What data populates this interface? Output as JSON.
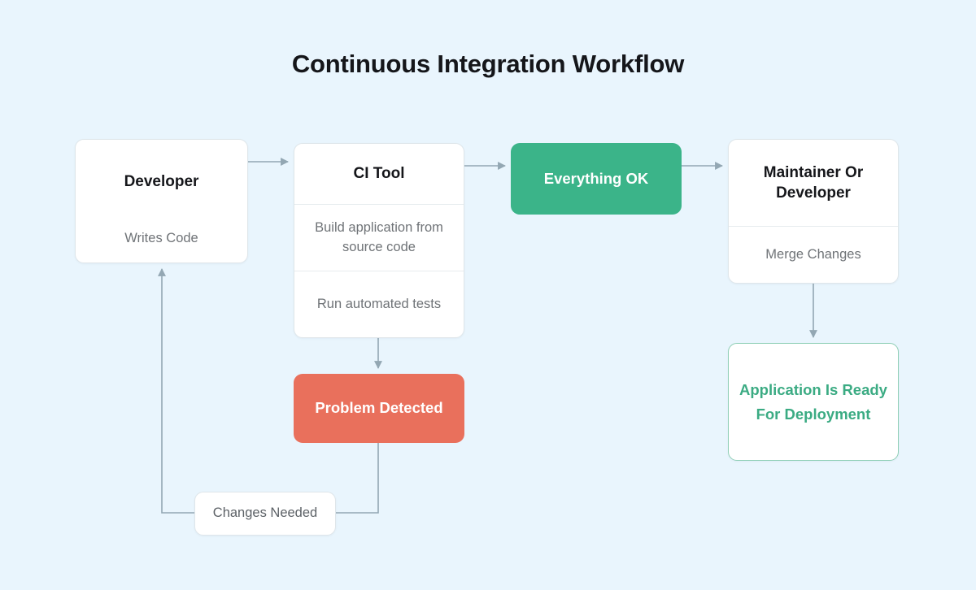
{
  "title": "Continuous Integration Workflow",
  "colors": {
    "background": "#e9f5fd",
    "success": "#3bb489",
    "error": "#e9705c",
    "ready_text": "#3bab83",
    "ready_border": "#8fcfb6",
    "card_border": "#dfe6ea",
    "connector": "#93a7b3",
    "title_text": "#15161a",
    "muted_text": "#6f7377"
  },
  "nodes": {
    "developer": {
      "title": "Developer",
      "rows": [
        "Writes Code"
      ]
    },
    "ci_tool": {
      "title": "CI Tool",
      "rows": [
        "Build application from source code",
        "Run automated tests"
      ]
    },
    "everything_ok": {
      "title": "Everything OK",
      "rows": []
    },
    "maintainer": {
      "title": "Maintainer Or Developer",
      "rows": [
        "Merge Changes"
      ]
    },
    "problem_detected": {
      "title": "Problem Detected",
      "rows": []
    },
    "application_ready": {
      "title": "Application Is Ready For Deployment",
      "rows": []
    },
    "changes_needed": {
      "title": "Changes Needed",
      "rows": []
    }
  },
  "edges": [
    {
      "name": "developer-to-ci-tool",
      "from": "developer",
      "to": "ci_tool",
      "label": ""
    },
    {
      "name": "ci-tool-to-everything-ok",
      "from": "ci_tool",
      "to": "everything_ok",
      "label": ""
    },
    {
      "name": "everything-ok-to-maintainer",
      "from": "everything_ok",
      "to": "maintainer",
      "label": ""
    },
    {
      "name": "ci-tool-to-problem-detected",
      "from": "ci_tool",
      "to": "problem_detected",
      "label": ""
    },
    {
      "name": "maintainer-to-application-ready",
      "from": "maintainer",
      "to": "application_ready",
      "label": ""
    },
    {
      "name": "problem-detected-to-changes-needed",
      "from": "problem_detected",
      "to": "changes_needed",
      "label": ""
    },
    {
      "name": "changes-needed-to-developer",
      "from": "changes_needed",
      "to": "developer",
      "label": ""
    }
  ]
}
